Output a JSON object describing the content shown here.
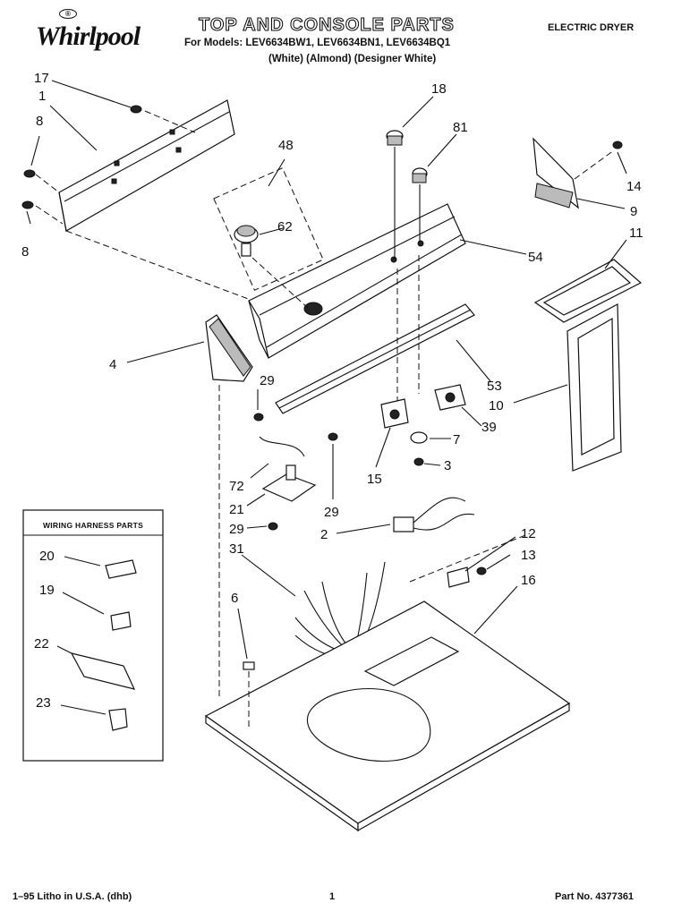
{
  "header": {
    "brand": "Whirlpool",
    "title": "TOP AND CONSOLE PARTS",
    "models_line": "For Models: LEV6634BW1, LEV6634BN1, LEV6634BQ1",
    "colors_line": "(White)    (Almond) (Designer White)",
    "product_type": "ELECTRIC DRYER"
  },
  "panel": {
    "title": "WIRING HARNESS PARTS"
  },
  "callouts": {
    "c17": "17",
    "c1": "1",
    "c8a": "8",
    "c8b": "8",
    "c48": "48",
    "c62": "62",
    "c18": "18",
    "c81": "81",
    "c14": "14",
    "c9": "9",
    "c54": "54",
    "c11": "11",
    "c4": "4",
    "c29a": "29",
    "c53": "53",
    "c10": "10",
    "c39": "39",
    "c7": "7",
    "c3": "3",
    "c15": "15",
    "c72": "72",
    "c21": "21",
    "c29b": "29",
    "c29c": "29",
    "c2": "2",
    "c31": "31",
    "c12": "12",
    "c13": "13",
    "c16": "16",
    "c6": "6",
    "c20": "20",
    "c19": "19",
    "c22": "22",
    "c23": "23"
  },
  "footer": {
    "litho": "1–95 Litho in U.S.A. (dhb)",
    "page_number": "1",
    "part_number": "Part No. 4377361"
  },
  "icons": {
    "logo": "whirlpool-logo"
  }
}
